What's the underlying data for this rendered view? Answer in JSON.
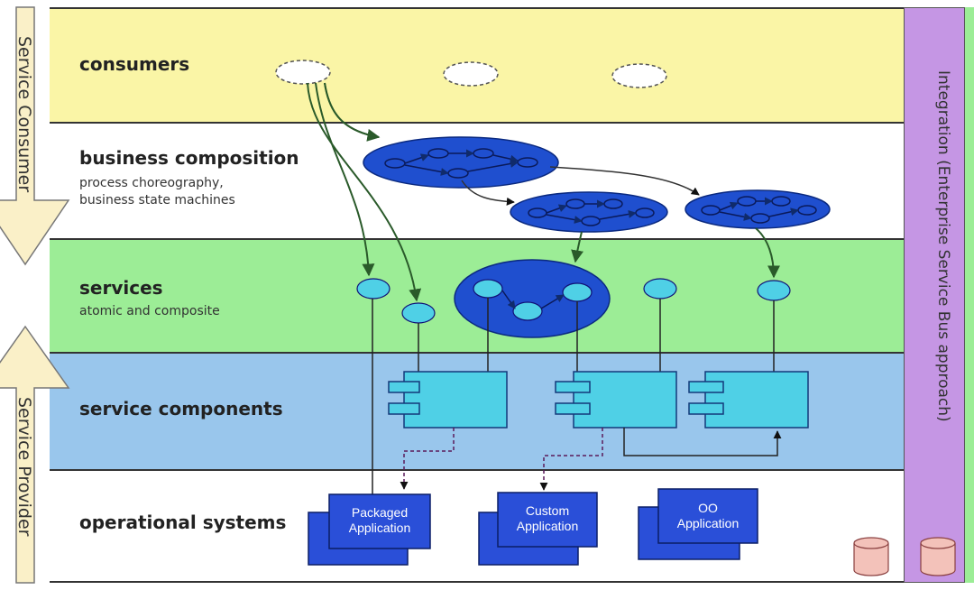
{
  "left_labels": {
    "consumer": "Service Consumer",
    "provider": "Service Provider"
  },
  "right_label": "Integration (Enterprise Service Bus approach)",
  "layers": {
    "consumers": {
      "title": "consumers"
    },
    "business": {
      "title": "business composition",
      "sub1": "process choreography,",
      "sub2": "business state machines"
    },
    "services": {
      "title": "services",
      "sub": "atomic and composite"
    },
    "components": {
      "title": "service components"
    },
    "operational": {
      "title": "operational systems"
    }
  },
  "apps": [
    {
      "line1": "Packaged",
      "line2": "Application"
    },
    {
      "line1": "Custom",
      "line2": "Application"
    },
    {
      "line1": "OO",
      "line2": "Application"
    }
  ],
  "colors": {
    "consumers_bg": "#faf5a6",
    "business_bg": "#ffffff",
    "services_bg": "#9ced96",
    "components_bg": "#99c6ec",
    "operational_bg": "#ffffff",
    "esb_bg": "#c596e4",
    "process_blue": "#1f4fcf",
    "service_cyan": "#4fd0e6",
    "app_blue": "#2a4fd8",
    "db_pink": "#f3c2ba"
  }
}
